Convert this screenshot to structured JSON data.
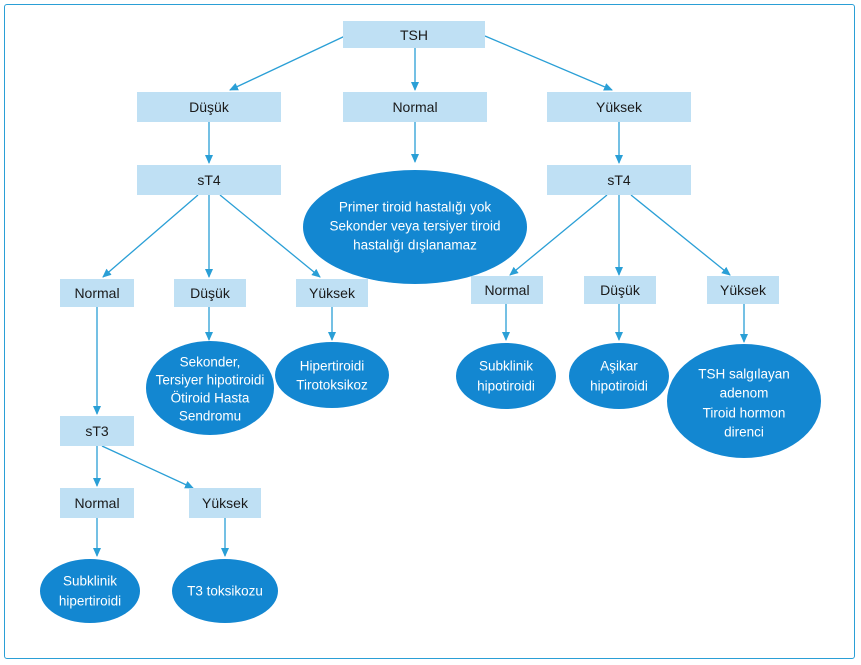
{
  "nodes": {
    "tsh": {
      "lines": [
        "TSH"
      ]
    },
    "dusuk": {
      "lines": [
        "Düşük"
      ]
    },
    "normal_top": {
      "lines": [
        "Normal"
      ]
    },
    "yuksek_top": {
      "lines": [
        "Yüksek"
      ]
    },
    "st4_left": {
      "lines": [
        "sT4"
      ]
    },
    "st4_right": {
      "lines": [
        "sT4"
      ]
    },
    "l_normal": {
      "lines": [
        "Normal"
      ]
    },
    "l_dusuk": {
      "lines": [
        "Düşük"
      ]
    },
    "l_yuksek": {
      "lines": [
        "Yüksek"
      ]
    },
    "r_normal": {
      "lines": [
        "Normal"
      ]
    },
    "r_dusuk": {
      "lines": [
        "Düşük"
      ]
    },
    "r_yuksek": {
      "lines": [
        "Yüksek"
      ]
    },
    "st3": {
      "lines": [
        "sT3"
      ]
    },
    "st3_normal": {
      "lines": [
        "Normal"
      ]
    },
    "st3_yuksek": {
      "lines": [
        "Yüksek"
      ]
    },
    "center_oval": {
      "lines": [
        "Primer tiroid hastalığı yok",
        "Sekonder veya tersiyer tiroid",
        "hastalığı dışlanamaz"
      ]
    },
    "sekonder_oval": {
      "lines": [
        "Sekonder,",
        "Tersiyer hipotiroidi",
        "Ötiroid Hasta",
        "Sendromu"
      ]
    },
    "hiper_oval": {
      "lines": [
        "Hipertiroidi",
        "Tirotoksikoz"
      ]
    },
    "subhipo_oval": {
      "lines": [
        "Subklinik",
        "hipotiroidi"
      ]
    },
    "asikar_oval": {
      "lines": [
        "Aşikar",
        "hipotiroidi"
      ]
    },
    "tsh_adenom_oval": {
      "lines": [
        "TSH salgılayan",
        "adenom",
        "Tiroid hormon",
        "direnci"
      ]
    },
    "subhiper_oval": {
      "lines": [
        "Subklinik",
        "hipertiroidi"
      ]
    },
    "t3_oval": {
      "lines": [
        "T3 toksikozu"
      ]
    }
  },
  "colors": {
    "box_fill": "#bfe0f4",
    "oval_fill": "#1387d1",
    "edge": "#2a9fd6",
    "frame": "#2a9fd6"
  }
}
